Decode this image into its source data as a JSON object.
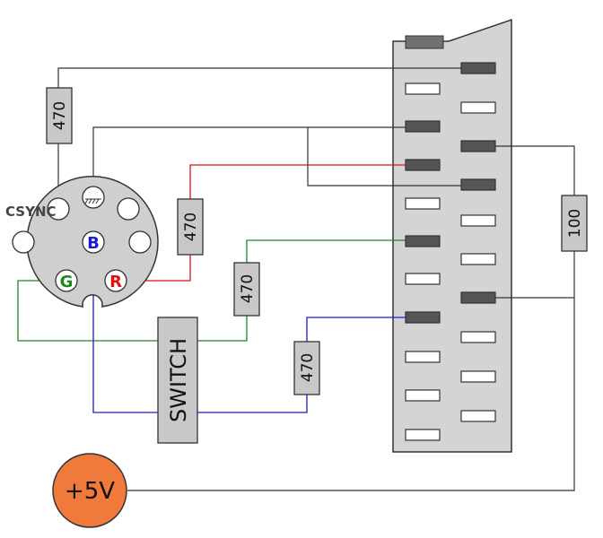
{
  "connector": {
    "pins": {
      "csync": "",
      "ground": "",
      "blue": "B",
      "green": "G",
      "red": "R"
    },
    "csync_label": "CSYNC"
  },
  "resistors": {
    "csync": "470",
    "red": "470",
    "green": "470",
    "blue": "470",
    "pullup": "100"
  },
  "switch_label": "SWITCH",
  "power_label": "+5V",
  "colors": {
    "red_wire": "#e01010",
    "green_wire": "#1a8a1a",
    "blue_wire": "#1a1ad0",
    "black_wire": "#333333",
    "power_fill": "#f07a3c",
    "component_fill": "#c8c8c8",
    "scart_body": "#d4d4d4",
    "pin_dark": "#555555"
  }
}
